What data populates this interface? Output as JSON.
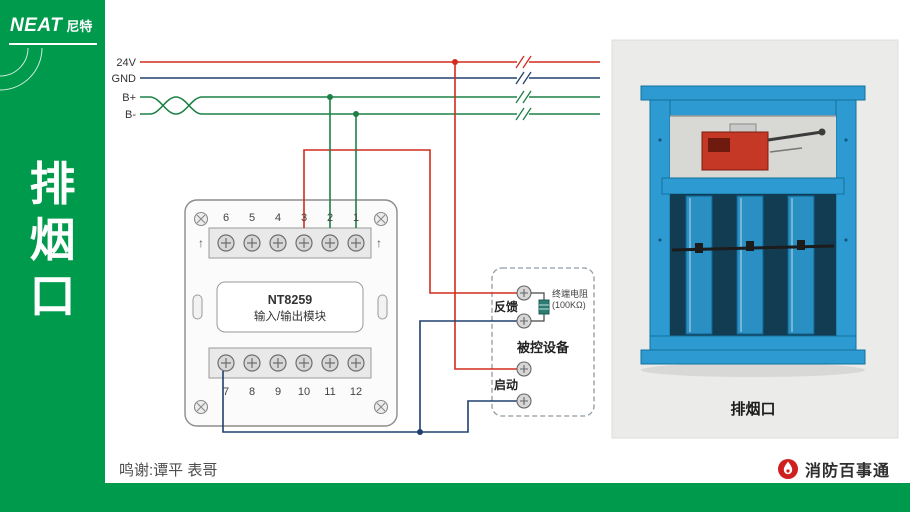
{
  "brand": {
    "name": "NEAT",
    "cn": "尼特"
  },
  "sidebar_title": {
    "chars": [
      "排",
      "烟",
      "口"
    ]
  },
  "bus": {
    "labels": {
      "v24": "24V",
      "gnd": "GND",
      "bplus": "B+",
      "bminus": "B-"
    },
    "colors": {
      "red": "#d22b1d",
      "navy": "#20406e",
      "green": "#1d8046"
    }
  },
  "module": {
    "model": "NT8259",
    "name": "输入/输出模块",
    "top_terminals": [
      "6",
      "5",
      "4",
      "3",
      "2",
      "1"
    ],
    "bottom_terminals": [
      "7",
      "8",
      "9",
      "10",
      "11",
      "12"
    ]
  },
  "device_box": {
    "title": "被控设备",
    "feedback": "反馈",
    "start": "启动",
    "eol_resistor_line1": "终端电阻",
    "eol_resistor_line2": "(100KΩ)"
  },
  "photo": {
    "caption": "排烟口"
  },
  "footer": {
    "credit": "鸣谢:谭平 表哥",
    "publisher": "消防百事通"
  }
}
